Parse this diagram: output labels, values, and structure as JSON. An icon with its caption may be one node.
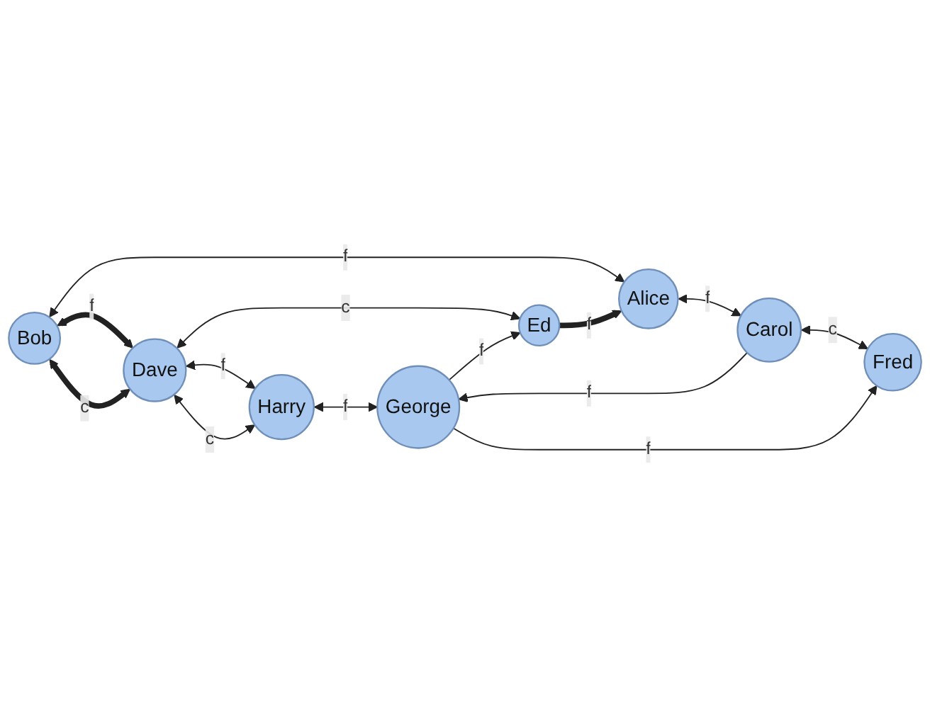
{
  "diagram": {
    "nodes": [
      {
        "text": [
          "Bob"
        ]
      },
      {
        "text": [
          "Dave"
        ]
      },
      {
        "text": [
          "Alice"
        ]
      },
      {
        "text": [
          "Ed"
        ]
      },
      {
        "text": [
          "Harry"
        ]
      },
      {
        "text": [
          "Carol"
        ]
      },
      {
        "text": [
          "Fred"
        ]
      },
      {
        "text": [
          "George"
        ]
      }
    ],
    "edges": [
      {
        "from": 0,
        "to": 1,
        "arrow": "both",
        "label": "f",
        "style": "thick"
      },
      {
        "from": 0,
        "to": 1,
        "arrow": "both",
        "label": "c",
        "style": "thick"
      },
      {
        "from": 0,
        "to": 2,
        "arrow": "both",
        "label": "f"
      },
      {
        "from": 1,
        "to": 4,
        "arrow": "both",
        "label": "f"
      },
      {
        "from": 1,
        "to": 3,
        "arrow": "both",
        "label": "c"
      },
      {
        "from": 1,
        "to": 4,
        "arrow": "both",
        "label": "c"
      },
      {
        "from": 3,
        "to": 2,
        "arrow": "to",
        "label": "f",
        "style": "thick"
      },
      {
        "from": 7,
        "to": 3,
        "arrow": "to",
        "label": "f"
      },
      {
        "from": 2,
        "to": 5,
        "arrow": "both",
        "label": "f"
      },
      {
        "from": 5,
        "to": 6,
        "arrow": "both",
        "label": "c"
      },
      {
        "from": 7,
        "to": 6,
        "arrow": "to",
        "label": "f"
      },
      {
        "from": 5,
        "to": 7,
        "arrow": "to",
        "label": "f"
      },
      {
        "from": 4,
        "to": 7,
        "arrow": "both",
        "label": "f"
      }
    ]
  }
}
